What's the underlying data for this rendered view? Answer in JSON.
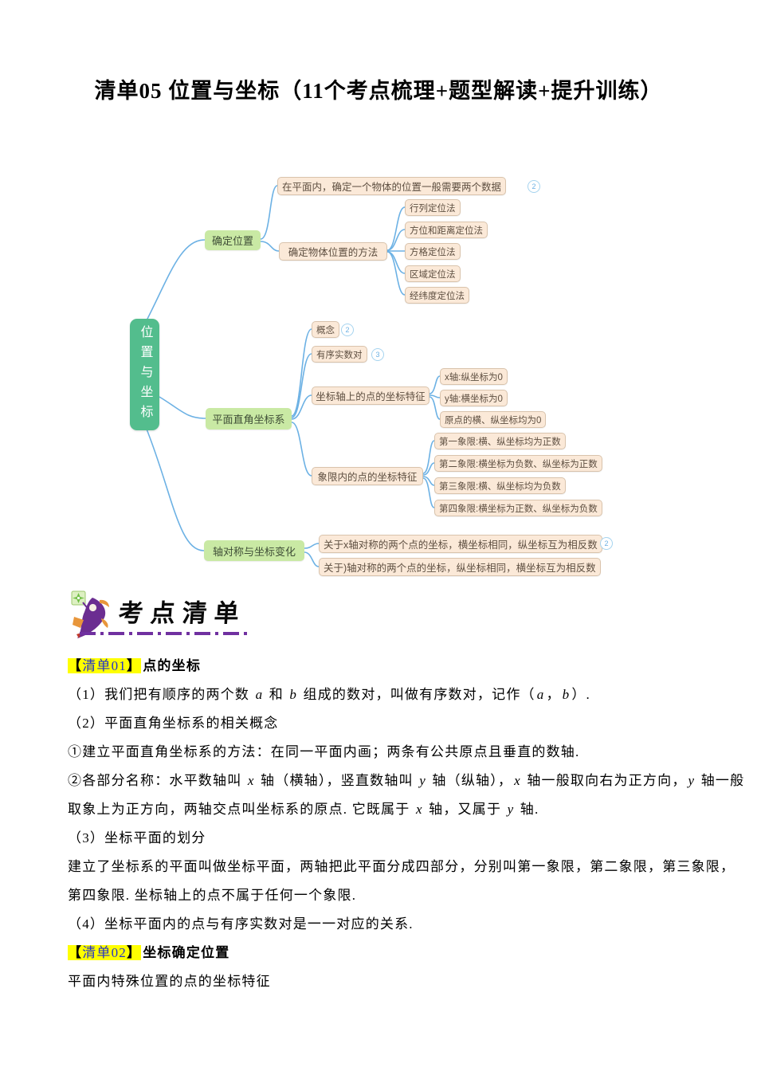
{
  "title": "清单05 位置与坐标（11个考点梳理+题型解读+提升训练）",
  "mindmap": {
    "root": "位置与坐标",
    "branches": {
      "b1": "确定位置",
      "b2": "平面直角坐标系",
      "b3": "轴对称与坐标变化"
    },
    "nodes": {
      "two_data": "在平面内，确定一个物体的位置一般需要两个数据",
      "methods": "确定物体位置的方法",
      "m1": "行列定位法",
      "m2": "方位和距离定位法",
      "m3": "方格定位法",
      "m4": "区域定位法",
      "m5": "经纬度定位法",
      "concept": "概念",
      "ordered_pair": "有序实数对",
      "axis_points": "坐标轴上的点的坐标特征",
      "a1": "x轴:纵坐标为0",
      "a2": "y轴:横坐标为0",
      "a3": "原点的横、纵坐标均为0",
      "quadrant_points": "象限内的点的坐标特征",
      "q1": "第一象限:横、纵坐标均为正数",
      "q2": "第二象限:横坐标为负数、纵坐标为正数",
      "q3": "第三象限:横、纵坐标均为负数",
      "q4": "第四象限:横坐标为正数、纵坐标为负数",
      "sym_x": "关于x轴对称的两个点的坐标，横坐标相同，纵坐标互为相反数",
      "sym_y": "关于)轴对称的两个点的坐标，纵坐标相同，横坐标互为相反数"
    },
    "badges": {
      "two_data": "2",
      "concept": "2",
      "ordered_pair": "3",
      "sym_x": "2"
    }
  },
  "section_header": {
    "text": "考点清单"
  },
  "content": {
    "h1": {
      "open": "【",
      "label": "清单01",
      "close": "】",
      "title": "点的坐标"
    },
    "p1": [
      {
        "t": "（1）我们把有顺序的两个数 ",
        "v": false
      },
      {
        "t": "a",
        "v": true
      },
      {
        "t": " 和 ",
        "v": false
      },
      {
        "t": "b",
        "v": true
      },
      {
        "t": " 组成的数对，叫做有序数对，记作（",
        "v": false
      },
      {
        "t": "a",
        "v": true
      },
      {
        "t": "，",
        "v": false
      },
      {
        "t": "b",
        "v": true
      },
      {
        "t": "）.",
        "v": false
      }
    ],
    "p2": "（2）平面直角坐标系的相关概念",
    "p3": "①建立平面直角坐标系的方法：在同一平面内画；两条有公共原点且垂直的数轴.",
    "p4": [
      {
        "t": "②各部分名称：水平数轴叫 ",
        "v": false
      },
      {
        "t": "x",
        "v": true
      },
      {
        "t": " 轴（横轴），竖直数轴叫 ",
        "v": false
      },
      {
        "t": "y",
        "v": true
      },
      {
        "t": " 轴（纵轴），",
        "v": false
      },
      {
        "t": "x",
        "v": true
      },
      {
        "t": " 轴一般取向右为正方向，",
        "v": false
      },
      {
        "t": "y",
        "v": true
      },
      {
        "t": " 轴一般",
        "v": false
      }
    ],
    "p5": [
      {
        "t": "取象上为正方向，两轴交点叫坐标系的原点. 它既属于 ",
        "v": false
      },
      {
        "t": "x",
        "v": true
      },
      {
        "t": " 轴，又属于 ",
        "v": false
      },
      {
        "t": "y",
        "v": true
      },
      {
        "t": " 轴.",
        "v": false
      }
    ],
    "p6": "（3）坐标平面的划分",
    "p7": "建立了坐标系的平面叫做坐标平面，两轴把此平面分成四部分，分别叫第一象限，第二象限，第三象限，",
    "p8": "第四象限. 坐标轴上的点不属于任何一个象限.",
    "p9": "（4）坐标平面内的点与有序实数对是一一对应的关系.",
    "h2": {
      "open": "【",
      "label": "清单02",
      "close": "】",
      "title": "坐标确定位置"
    },
    "p10": "平面内特殊位置的点的坐标特征"
  },
  "colors": {
    "root_green": "#53BD8D",
    "branch_green": "#C9E9A4",
    "leaf_peach": "#FBE9D8",
    "leaf_border": "#D9C3AC",
    "line_blue": "#6CB1E4",
    "highlight_yellow": "#FFFF00",
    "label_blue": "#2433C8",
    "underline_purple": "#7030A0"
  }
}
